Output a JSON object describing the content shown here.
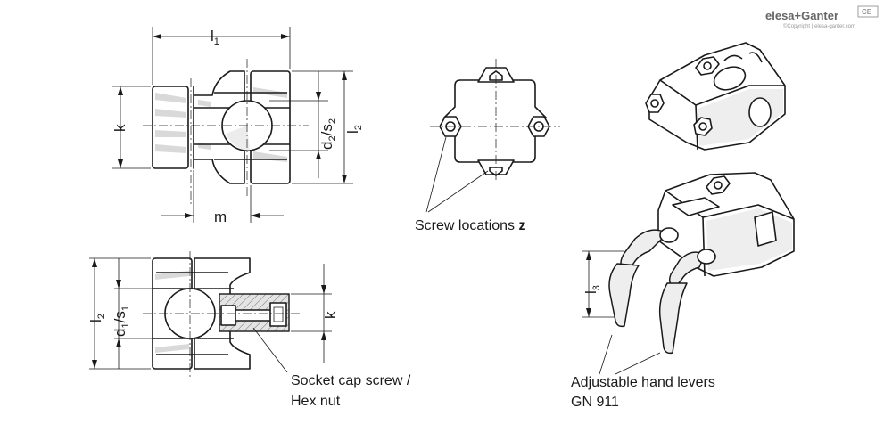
{
  "brand": {
    "logo_text": "elesa+Ganter",
    "copyright": "©Copyright | elesa-ganter.com",
    "badge": "CE"
  },
  "dimensions": {
    "l1": {
      "base": "l",
      "sub": "1"
    },
    "k_top": "k",
    "d2_s2": {
      "d": "d",
      "d_sub": "2",
      "s": "s",
      "s_sub": "2"
    },
    "l2_top": {
      "base": "l",
      "sub": "2"
    },
    "m": "m",
    "l2_bottom": {
      "base": "l",
      "sub": "2"
    },
    "d1_s1": {
      "d": "d",
      "d_sub": "1",
      "s": "s",
      "s_sub": "1"
    },
    "k_bottom": "k",
    "l3": {
      "base": "l",
      "sub": "3"
    }
  },
  "captions": {
    "screw_locations": "Screw locations",
    "screw_locations_var": "z",
    "socket_line1": "Socket cap screw /",
    "socket_line2": "Hex nut",
    "levers_line1": "Adjustable hand levers",
    "levers_line2": "GN 911"
  }
}
